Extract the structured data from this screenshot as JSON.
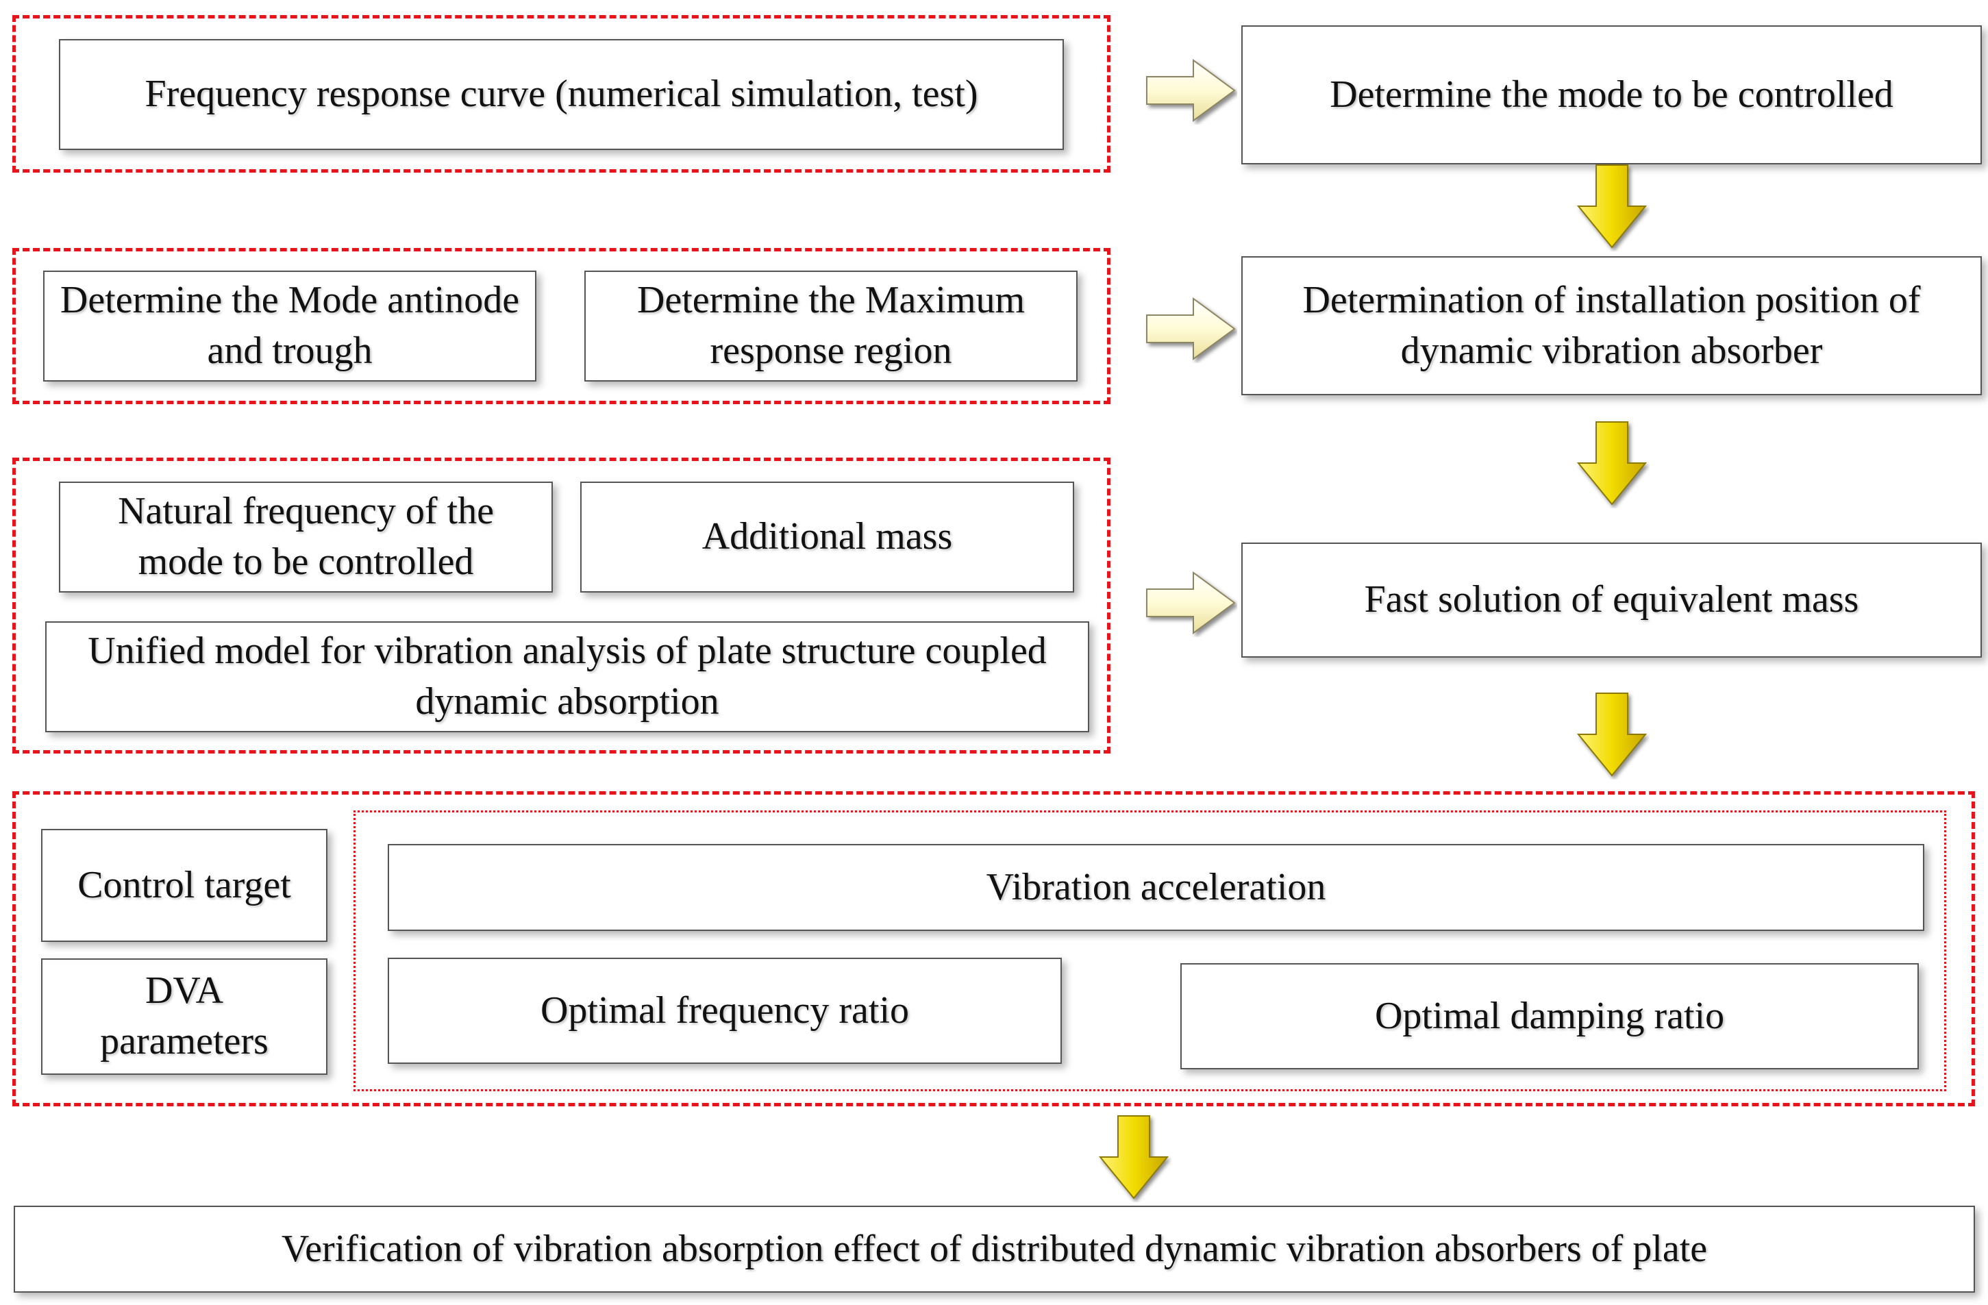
{
  "left_column": {
    "frequency_response": "Frequency response curve (numerical simulation, test)",
    "mode_antinode": "Determine the Mode antinode and trough",
    "maximum_response": "Determine the Maximum response region",
    "natural_frequency": "Natural frequency of the mode to be controlled",
    "additional_mass": "Additional mass",
    "unified_model": "Unified model for vibration analysis of plate structure coupled dynamic absorption"
  },
  "right_column": {
    "mode_controlled": "Determine the mode to be controlled",
    "installation_position": "Determination of installation position of dynamic vibration absorber",
    "equivalent_mass": "Fast solution of equivalent mass"
  },
  "parameter_group": {
    "control_target": "Control target",
    "dva_parameters": "DVA parameters",
    "vibration_acceleration": "Vibration acceleration",
    "optimal_frequency_ratio": "Optimal frequency ratio",
    "optimal_damping_ratio": "Optimal damping ratio"
  },
  "verification": "Verification of vibration absorption effect of distributed dynamic vibration absorbers of plate",
  "colors": {
    "dashed_border": "#e8141c",
    "arrow_yellow": "#f2dc00",
    "arrow_cream": "#fffbd6"
  }
}
